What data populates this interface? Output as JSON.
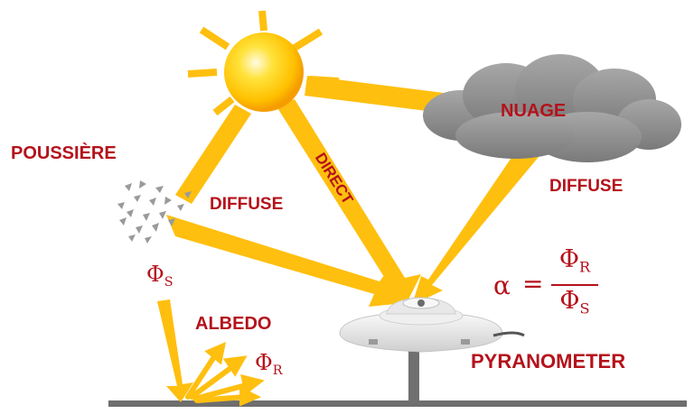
{
  "labels": {
    "cloud": "NUAGE",
    "direct": "DIRECT",
    "dust": "POUSSIÈRE",
    "diffuse_left": "DIFFUSE",
    "diffuse_right": "DIFFUSE",
    "albedo": "ALBEDO",
    "instrument": "PYRANOMETER"
  },
  "symbols": {
    "phi": "Φ",
    "sub_s": "S",
    "sub_r": "R",
    "alpha": "α",
    "equals": "="
  },
  "colors": {
    "beam": "#ffbf0f",
    "text": "#b5121b",
    "cloud": "#8e8e8e",
    "ground": "#6e6e6e",
    "sun": "#ffd21a"
  }
}
